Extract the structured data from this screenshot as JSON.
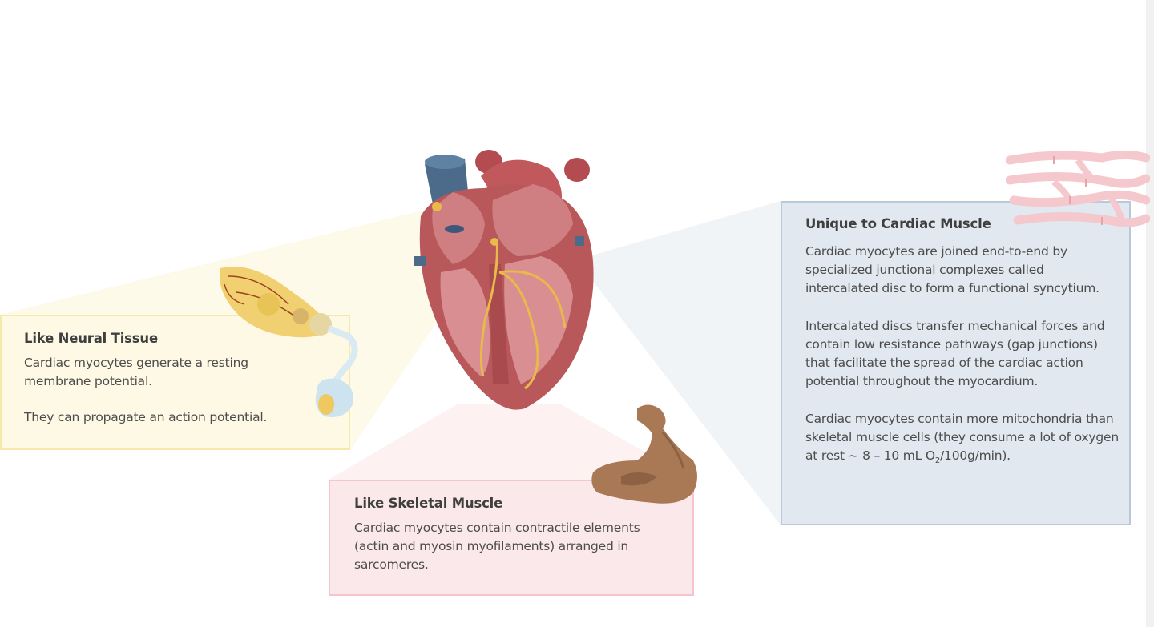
{
  "boxes": {
    "neural": {
      "title": "Like Neural Tissue",
      "line1": "Cardiac myocytes generate a resting membrane potential.",
      "line2": "They can propagate an action potential."
    },
    "skeletal": {
      "title": "Like Skeletal Muscle",
      "text": "Cardiac myocytes contain contractile elements (actin and myosin myofilaments) arranged in sarcomeres."
    },
    "cardiac": {
      "title": "Unique to Cardiac Muscle",
      "p1": "Cardiac myocytes are joined end-to-end by specialized junctional complexes called intercalated disc to form a functional syncytium.",
      "p2": "Intercalated discs transfer mechanical forces and contain low resistance pathways (gap junctions) that facilitate the spread of the cardiac action potential throughout the myocardium.",
      "p3_pre": "Cardiac myocytes contain more mitochondria than skeletal muscle cells (they consume a lot of oxygen at rest ~ 8 – 10 mL O",
      "p3_sub": "2",
      "p3_post": "/100g/min)."
    }
  },
  "illustrations": {
    "center": "heart-icon",
    "neural": "neuron-icon",
    "skeletal": "flexed-arm-icon",
    "cardiac": "cardiac-muscle-fibers-icon"
  },
  "colors": {
    "neural_fill": "#fdf9e5",
    "neural_border": "#f5e8a8",
    "skeletal_fill": "#fbe8ea",
    "skeletal_border": "#f4c6cb",
    "cardiac_fill": "#e1e8ef",
    "cardiac_border": "#b8cad9",
    "heart": "#b8585a",
    "conduction": "#e9b94a"
  }
}
